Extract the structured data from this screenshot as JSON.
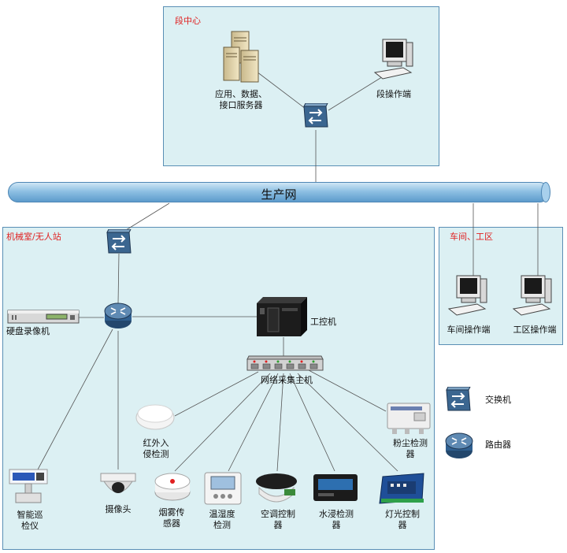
{
  "regions": {
    "center_title": "段中心",
    "room_title": "机械室/无人站",
    "workshop_title": "车间、工区"
  },
  "network_label": "生产网",
  "labels": {
    "server_line1": "应用、数据、",
    "server_line2": "接口服务器",
    "section_terminal": "段操作端",
    "hdd_recorder": "硬盘录像机",
    "ipc": "工控机",
    "collector": "网络采集主机",
    "infrared_line1": "红外入",
    "infrared_line2": "侵检测",
    "dust_line1": "粉尘检测",
    "dust_line2": "器",
    "patrol_line1": "智能巡",
    "patrol_line2": "检仪",
    "camera": "摄像头",
    "smoke_line1": "烟雾传",
    "smoke_line2": "感器",
    "temp_line1": "温湿度",
    "temp_line2": "检测",
    "ac_line1": "空调控制",
    "ac_line2": "器",
    "water_line1": "水浸检测",
    "water_line2": "器",
    "light_line1": "灯光控制",
    "light_line2": "器",
    "workshop_terminal": "车间操作端",
    "area_terminal": "工区操作端"
  },
  "legend": {
    "switch": "交换机",
    "router": "路由器"
  },
  "colors": {
    "region_fill": "#dcf0f3",
    "region_border": "#5a8fb5",
    "title_red": "#e02020",
    "switch_blue": "#3b6690",
    "router_blue": "#2f5f8f"
  }
}
